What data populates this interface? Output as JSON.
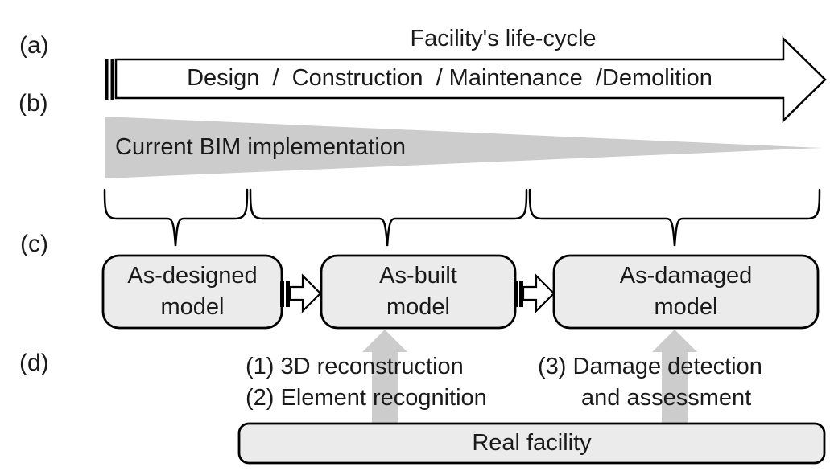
{
  "labels": {
    "a": "(a)",
    "b": "(b)",
    "c": "(c)",
    "d": "(d)"
  },
  "lifecycle": {
    "title": "Facility's life-cycle",
    "stages_text": "Design  /  Construction  / Maintenance  /Demolition"
  },
  "bim": {
    "label": "Current BIM implementation"
  },
  "models": [
    {
      "line1": "As-designed",
      "line2": "model"
    },
    {
      "line1": "As-built",
      "line2": "model"
    },
    {
      "line1": "As-damaged",
      "line2": "model"
    }
  ],
  "processes": {
    "left_line1": "(1) 3D reconstruction",
    "left_line2": "(2) Element recognition",
    "right_line1": "(3) Damage detection",
    "right_line2": "and assessment"
  },
  "real_facility": {
    "label": "Real facility"
  },
  "colors": {
    "box_fill": "#ebebeb",
    "gray_shape": "#cccccc",
    "outline": "#000000",
    "background": "#ffffff"
  }
}
